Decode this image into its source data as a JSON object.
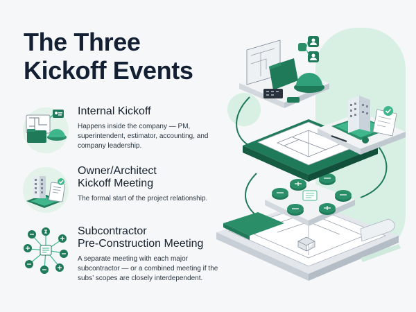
{
  "title": {
    "line1": "The Three",
    "line2": "Kickoff Events"
  },
  "events": [
    {
      "icon": "blueprint-and-hardhat-icon",
      "title_lines": [
        "Internal Kickoff"
      ],
      "description": "Happens inside the company — PM, superintendent, estimator, accounting, and company leadership."
    },
    {
      "icon": "building-and-contract-icon",
      "title_lines": [
        "Owner/Architect",
        "Kickoff Meeting"
      ],
      "description": "The formal start of the project relationship."
    },
    {
      "icon": "trade-tools-network-icon",
      "title_lines": [
        "Subcontractor",
        "Pre-Construction Meeting"
      ],
      "description": "A separate meeting with each major subcontractor — or a combined meeting if the subs’ scopes are closely interdependent."
    }
  ],
  "hero": {
    "icon": "isometric-construction-stack-illustration"
  },
  "colors": {
    "accent": "#1f7a5a",
    "accent_light": "#3fb68b",
    "mint": "#d8efe4",
    "ink": "#132033"
  }
}
